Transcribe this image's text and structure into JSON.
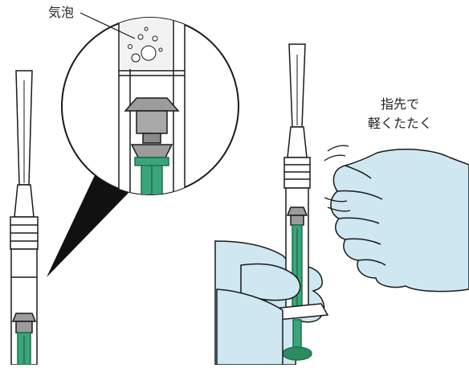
{
  "labels": {
    "bubble": "気泡",
    "tap_line1": "指先で",
    "tap_line2": "軽くたたく"
  },
  "colors": {
    "outline": "#1a1a1a",
    "glove": "#cfe7f1",
    "glove_outline": "#1a1a1a",
    "plunger_green": "#3aa57a",
    "plunger_dark": "#1f6e4c",
    "stopper_gray": "#9c9c9c",
    "stopper_dark": "#6b6b6b",
    "lens_shadow": "#111111"
  }
}
